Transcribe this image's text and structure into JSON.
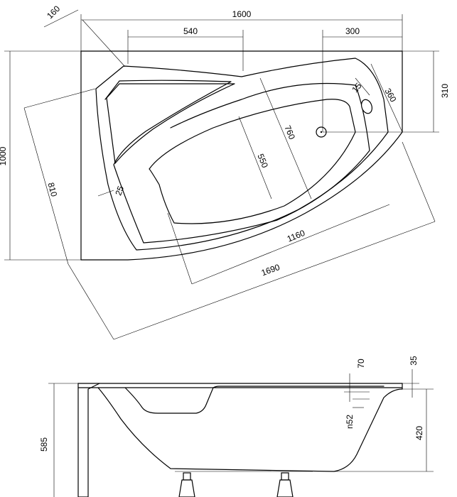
{
  "top_view": {
    "dims": {
      "width_total": "1600",
      "depth_total": "1000",
      "corner_cut": "160",
      "rim_front": "540",
      "drain_offset_x": "300",
      "drain_offset_y": "310",
      "overflow_dia": "15",
      "overflow_offset": "360",
      "inner_diag_760": "760",
      "inner_width_550": "550",
      "side_810": "810",
      "rim_25": "25",
      "inner_length_1160": "1160",
      "outer_length_1690": "1690"
    }
  },
  "side_view": {
    "dims": {
      "rim_70": "70",
      "rim_35": "35",
      "drain_hole": "n52",
      "height_total": "585",
      "depth_420": "420"
    }
  }
}
